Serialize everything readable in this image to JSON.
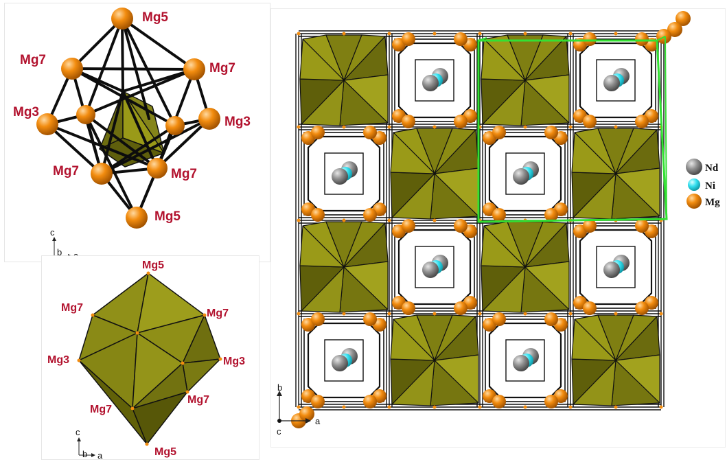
{
  "colors": {
    "mg": "#f28c0f",
    "ni": "#33e0f0",
    "nd": "#8f8f8f",
    "polyhedron": "#8c8c14",
    "polyhedron_dark": "#5f5f0c",
    "polyhedron_light": "#a7a71e",
    "unit_cell": "#33e033",
    "label_red": "#b2122e"
  },
  "panel_a": {
    "labels": {
      "top": "Mg5",
      "upper_left": "Mg7",
      "upper_right": "Mg7",
      "mid_left": "Mg3",
      "mid_right": "Mg3",
      "lower_left": "Mg7",
      "lower_right": "Mg7",
      "bottom": "Mg5"
    },
    "axes": {
      "vertical": "c",
      "depth": "b",
      "horizontal": "a"
    }
  },
  "panel_b": {
    "labels": {
      "top": "Mg5",
      "upper_left": "Mg7",
      "upper_right": "Mg7",
      "mid_left": "Mg3",
      "mid_right": "Mg3",
      "lower_left": "Mg7",
      "lower_right": "Mg7",
      "bottom": "Mg5"
    },
    "axes": {
      "vertical": "c",
      "depth": "b",
      "horizontal": "a"
    }
  },
  "panel_c": {
    "legend": [
      {
        "label": "Nd",
        "color": "#8f8f8f"
      },
      {
        "label": "Ni",
        "color": "#33e0f0"
      },
      {
        "label": "Mg",
        "color": "#f28c0f"
      }
    ],
    "axes": {
      "vertical": "b",
      "horizontal": "a",
      "depth": "c"
    }
  }
}
